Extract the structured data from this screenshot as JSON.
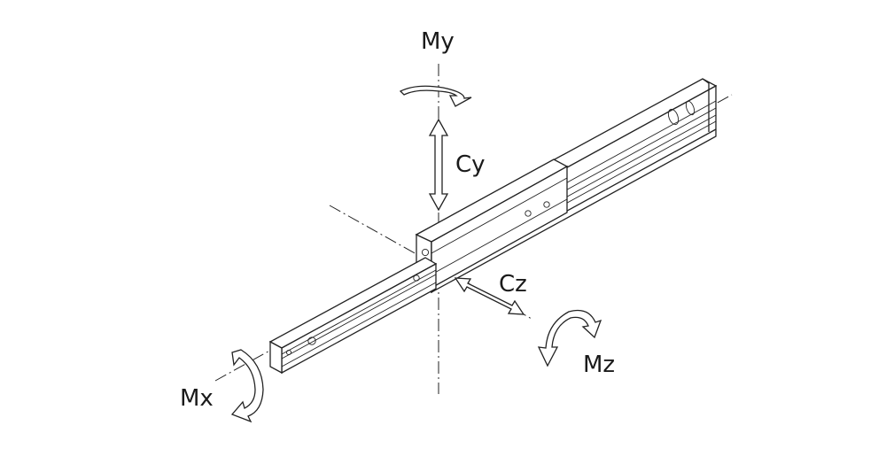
{
  "labels": {
    "my": "My",
    "cy": "Cy",
    "cz": "Cz",
    "mz": "Mz",
    "mx": "Mx"
  }
}
